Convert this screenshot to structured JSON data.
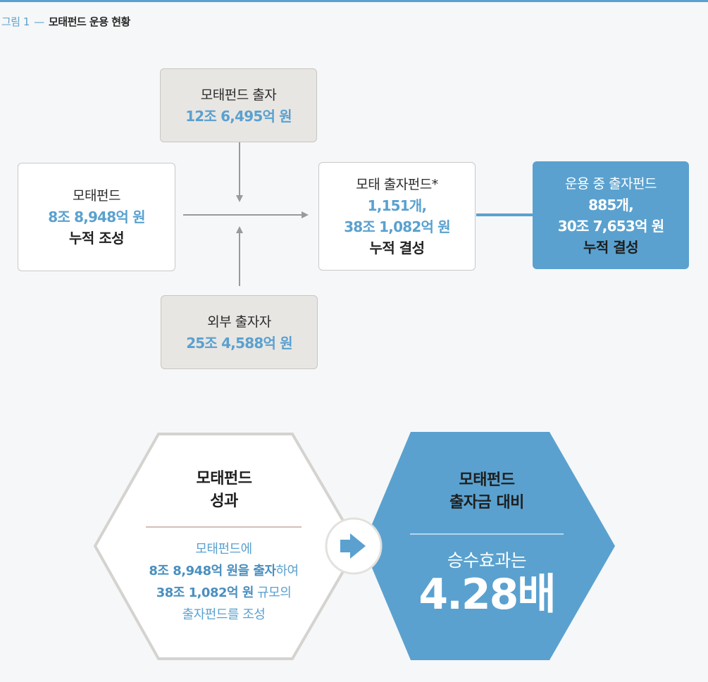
{
  "figure": {
    "number": "그림 1",
    "separator": "—",
    "title": "모태펀드 운용 현황"
  },
  "flow": {
    "left": {
      "label": "모태펀드",
      "value": "8조 8,948억 원",
      "note": "누적 조성"
    },
    "top": {
      "label": "모태펀드 출자",
      "value": "12조 6,495억 원"
    },
    "bottom": {
      "label": "외부 출자자",
      "value": "25조 4,588억 원"
    },
    "center": {
      "label": "모태 출자펀드*",
      "value1": "1,151개,",
      "value2": "38조 1,082억 원",
      "note": "누적 결성"
    },
    "right": {
      "label": "운용 중 출자펀드",
      "value1": "885개,",
      "value2": "30조 7,653억 원",
      "note": "누적 결성"
    }
  },
  "performance": {
    "left": {
      "title1": "모태펀드",
      "title2": "성과",
      "line1": "모태펀드에",
      "line2_bold1": "8조 8,948억 원을 출자",
      "line2_rest": "하여",
      "line3_bold": "38조 1,082억 원",
      "line3_rest": " 규모의",
      "line4": "출자펀드를 조성"
    },
    "right": {
      "title1": "모태펀드",
      "title2": "출자금 대비",
      "subtitle": "승수효과는",
      "multiplier": "4.28배"
    }
  },
  "colors": {
    "accent": "#5aa1cf",
    "gray_box": "#e8e6e3",
    "divider": "#c9a8a0"
  }
}
